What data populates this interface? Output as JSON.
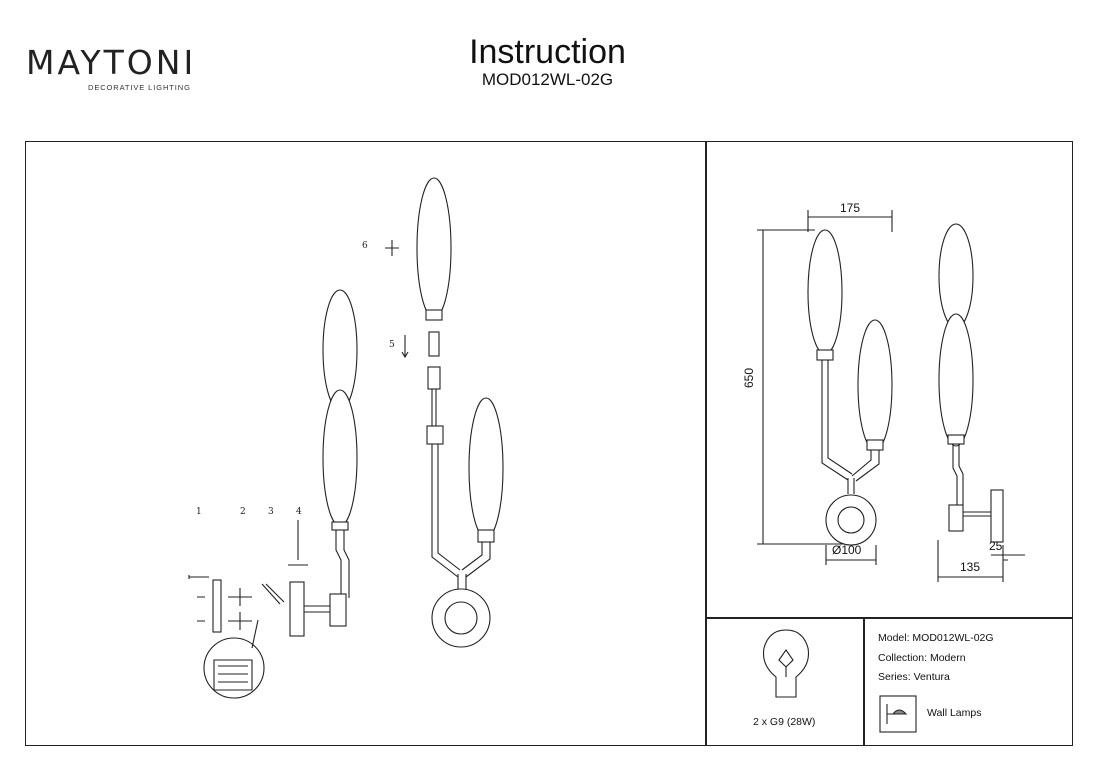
{
  "brand": {
    "name": "MAYTONI",
    "tagline": "DECORATIVE LIGHTING",
    "accent": "#6cc04a"
  },
  "header": {
    "title": "Instruction",
    "model_code": "MOD012WL-02G"
  },
  "assembly": {
    "steps": [
      "1",
      "2",
      "3",
      "4",
      "5",
      "6"
    ]
  },
  "dimensions": {
    "width": "175",
    "height": "650",
    "base_diameter": "Ø100",
    "depth": "135",
    "base_depth": "25"
  },
  "bulb": {
    "icon": "light-bulb-icon",
    "spec": "2 x G9 (28W)"
  },
  "info": {
    "model": "Model: MOD012WL-02G",
    "collection": "Collection: Modern",
    "series": "Series: Ventura",
    "category_icon": "wall-lamp-icon",
    "category": "Wall Lamps"
  }
}
